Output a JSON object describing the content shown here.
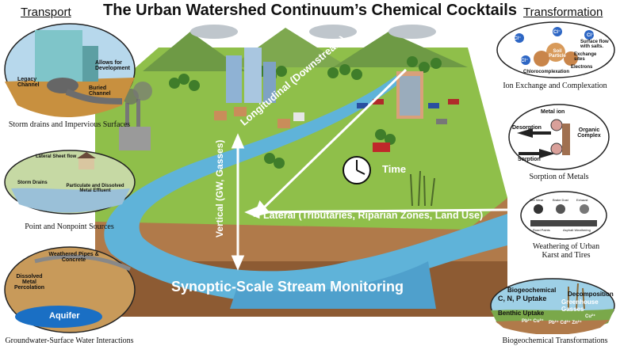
{
  "title": "The Urban Watershed Continuum’s Chemical Cocktails",
  "left_header": "Transport",
  "right_header": "Transformation",
  "left_panels": [
    {
      "caption": "Storm drains and Impervious Surfaces",
      "labels": [
        "Allows for Development",
        "Legacy Channel",
        "Buried Channel"
      ]
    },
    {
      "caption": "Point and Nonpoint Sources",
      "labels": [
        "Lateral Sheet flow",
        "Storm Drains",
        "Particulate and Dissolved Metal Effluent"
      ]
    },
    {
      "caption": "Groundwater-Surface Water Interactions",
      "labels": [
        "Weathered Pipes & Concrete",
        "Dissolved Metal Percolation",
        "Aquifer"
      ]
    }
  ],
  "right_panels": [
    {
      "caption": "Ion Exchange and Complexation",
      "labels": [
        "Surface flow with salts.",
        "Exchange sites",
        "Soil Particle",
        "Electrons",
        "Chlorocomplexation",
        "Cl⁻",
        "Cl⁻",
        "Cl⁻",
        "Cl⁻"
      ]
    },
    {
      "caption": "Sorption of Metals",
      "labels": [
        "Metal ion",
        "Desorption",
        "Organic Complex",
        "Sorption"
      ]
    },
    {
      "caption": "Weathering of Urban Karst and Tires",
      "labels": [
        "Tire Wear",
        "Brake Dust",
        "Exhaust",
        "Road Paints",
        "Asphalt Weathering"
      ]
    },
    {
      "caption": "Biogeochemical Transformations",
      "labels": [
        "Biogeochemical",
        "C, N, P Uptake",
        "Decomposition",
        "Greenhouse Gasses",
        "Benthic Uptake",
        "Pb²⁺ Cu²⁺",
        "Pb²⁺ Cd²⁺ Zn²⁺",
        "Cu²⁺"
      ]
    }
  ],
  "center": {
    "longitudinal": "Longitudinal (Downstream)",
    "vertical": "Vertical (GW, Gasses)",
    "lateral": "Lateral (Tributaries, Riparian Zones, Land Use)",
    "time": "Time",
    "footer": "Synoptic-Scale Stream Monitoring"
  },
  "colors": {
    "water": "#5fb3d9",
    "grass": "#8fbf4a",
    "soil": "#b07a4a",
    "arrow": "#ffffff"
  }
}
